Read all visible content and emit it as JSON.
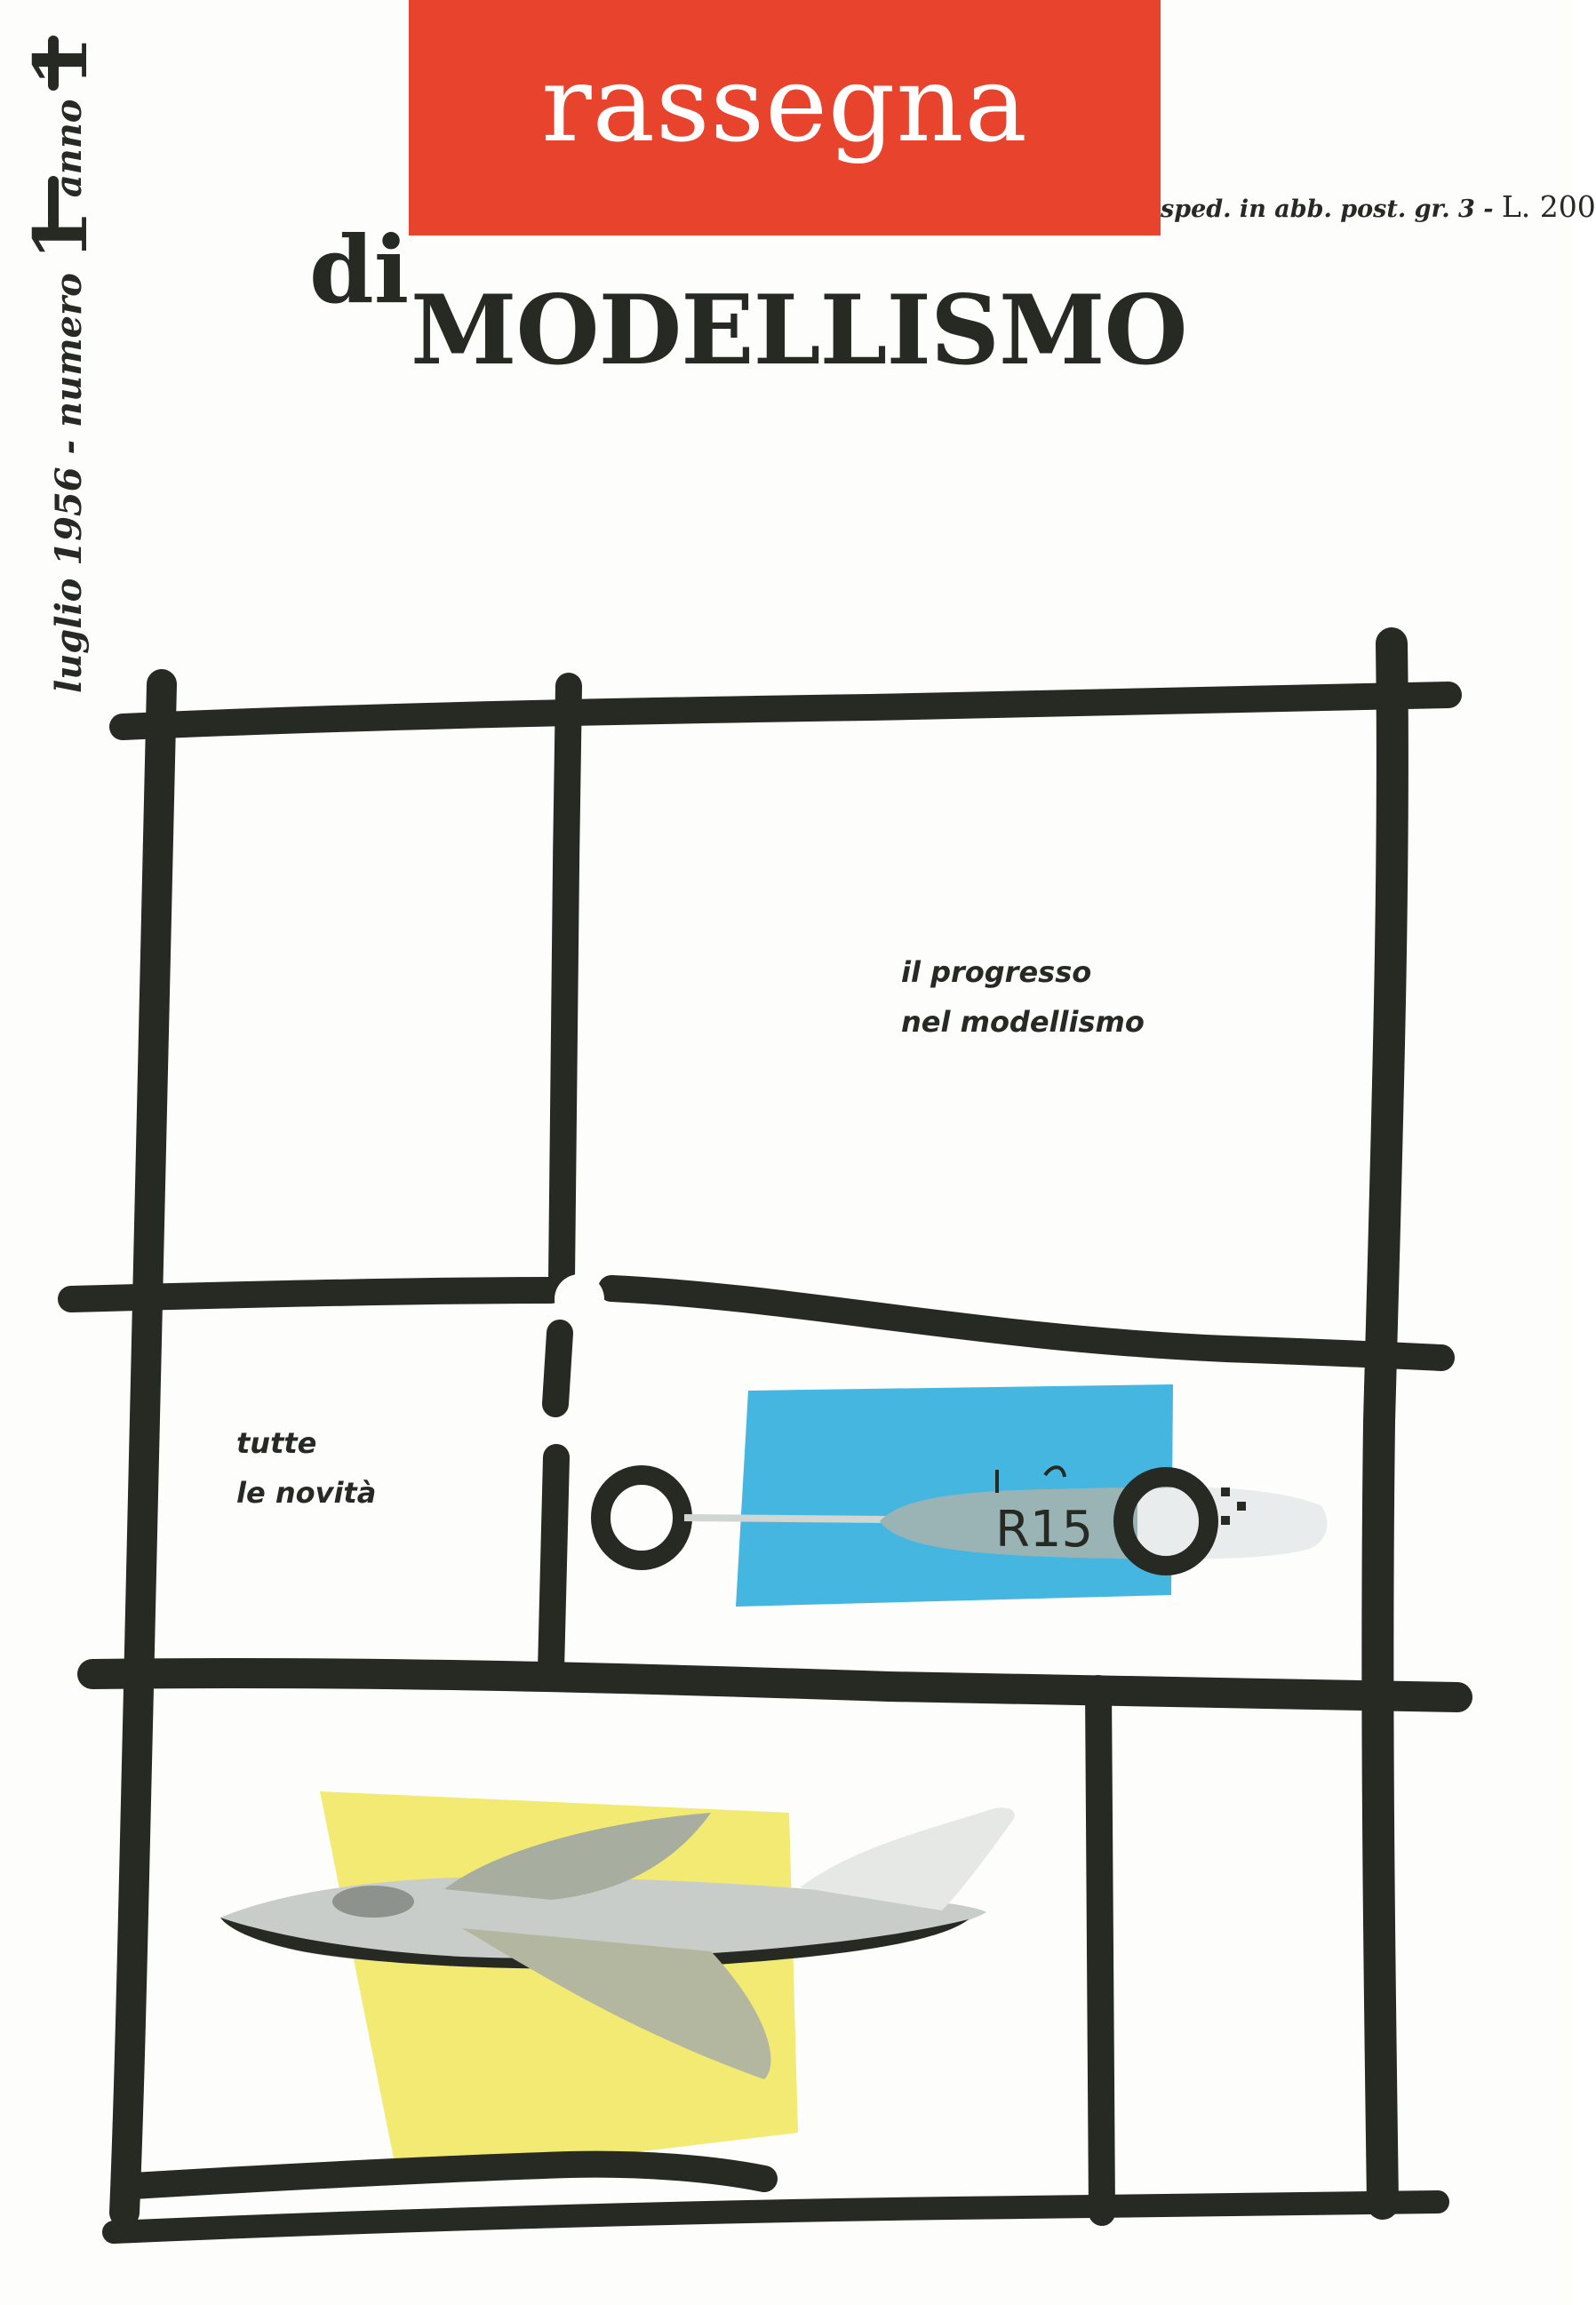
{
  "cover": {
    "title_word": "rassegna",
    "title_di": "di",
    "title_main": "MODELLISMO",
    "postal_note": "sped. in abb. post. gr. 3 -",
    "price": "L. 200",
    "spine": {
      "month_year": "luglio 1956",
      "sep1": "-",
      "numero_label": "numero",
      "numero_value": "1",
      "anno_label": "anno",
      "anno_value": "1"
    },
    "caption_right": [
      "il progresso",
      "nel modellismo"
    ],
    "caption_left": [
      "tutte",
      "le novità"
    ],
    "boat_marking": "R15"
  },
  "colors": {
    "title_red": "#e8432c",
    "ink": "#262a23",
    "patch_blue": "#44b6e0",
    "patch_yellow": "#f2ea73"
  },
  "icons": [
    "model-boat-icon",
    "model-jet-aircraft-icon",
    "ring-icon"
  ]
}
